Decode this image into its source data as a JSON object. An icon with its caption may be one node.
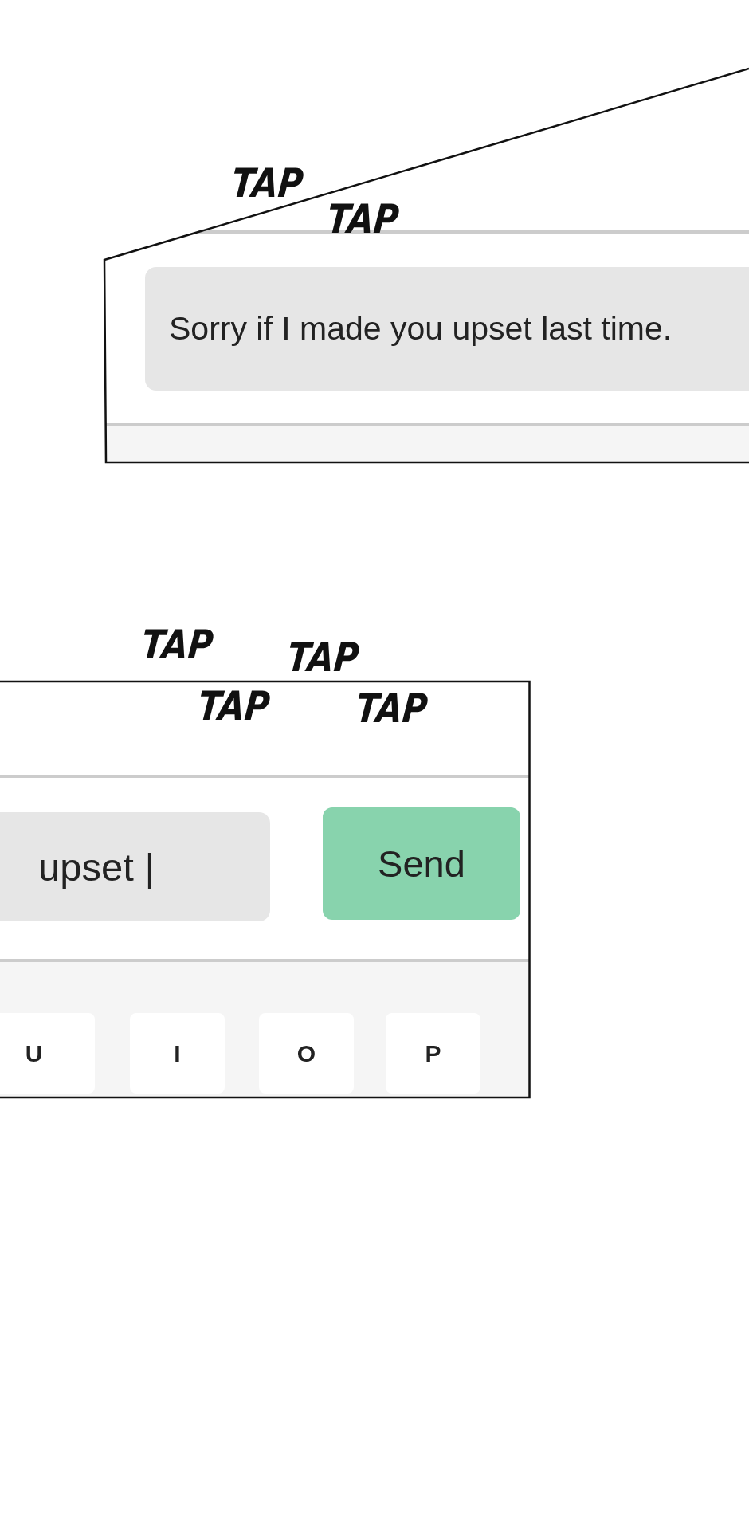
{
  "diagram": {
    "nodes": [
      {
        "text": [],
        "shape": "box"
      },
      {
        "text": [
          "Sorry if I made you upset last time."
        ],
        "in": 0
      },
      {
        "text": [],
        "shape": "box"
      },
      {
        "text": [
          "upset |"
        ],
        "in": 2
      },
      {
        "text": [
          "Send"
        ],
        "in": 2
      },
      {
        "text": [
          "U"
        ],
        "in": 2
      },
      {
        "text": [
          "I"
        ],
        "in": 2
      },
      {
        "text": [
          "O"
        ],
        "in": 2
      },
      {
        "text": [
          "P"
        ],
        "in": 2
      }
    ],
    "labels": [
      "TAP",
      "TAP",
      "TAP",
      "TAP",
      "TAP",
      "TAP"
    ]
  }
}
